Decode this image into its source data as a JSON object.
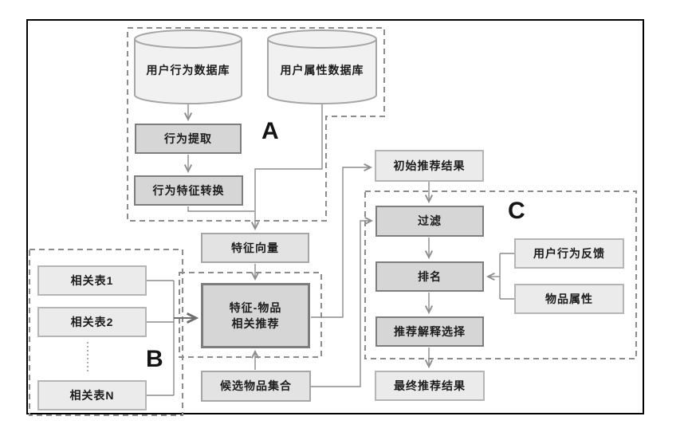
{
  "diagram": {
    "type": "flowchart",
    "sections": {
      "a": {
        "label": "A"
      },
      "b": {
        "label": "B"
      },
      "c": {
        "label": "C"
      }
    },
    "nodes": {
      "user_behavior_db": {
        "label": "用户行为数据库",
        "shape": "cylinder"
      },
      "user_attribute_db": {
        "label": "用户属性数据库",
        "shape": "cylinder"
      },
      "behavior_extraction": {
        "label": "行为提取"
      },
      "behavior_feature_conversion": {
        "label": "行为特征转换"
      },
      "feature_vector": {
        "label": "特征向量"
      },
      "related_table_1": {
        "label": "相关表1"
      },
      "related_table_2": {
        "label": "相关表2"
      },
      "related_table_n": {
        "label": "相关表N"
      },
      "feature_item_recommendation": {
        "line1": "特征-物品",
        "line2": "相关推荐"
      },
      "candidate_item_set": {
        "label": "候选物品集合"
      },
      "initial_recommendation_results": {
        "label": "初始推荐结果"
      },
      "filter": {
        "label": "过滤"
      },
      "ranking": {
        "label": "排名"
      },
      "recommendation_explanation_selection": {
        "label": "推荐解释选择"
      },
      "final_recommendation_results": {
        "label": "最终推荐结果"
      },
      "user_behavior_feedback": {
        "label": "用户行为反馈"
      },
      "item_attributes": {
        "label": "物品属性"
      }
    },
    "edges": [
      {
        "from": "user_behavior_db",
        "to": "behavior_extraction"
      },
      {
        "from": "behavior_extraction",
        "to": "behavior_feature_conversion"
      },
      {
        "from": "behavior_feature_conversion",
        "to": "feature_vector"
      },
      {
        "from": "user_attribute_db",
        "to": "feature_vector"
      },
      {
        "from": "feature_vector",
        "to": "feature_item_recommendation"
      },
      {
        "from": "related_table_1",
        "to": "feature_item_recommendation"
      },
      {
        "from": "related_table_2",
        "to": "feature_item_recommendation"
      },
      {
        "from": "related_table_n",
        "to": "feature_item_recommendation"
      },
      {
        "from": "candidate_item_set",
        "to": "feature_item_recommendation"
      },
      {
        "from": "feature_item_recommendation",
        "to": "initial_recommendation_results"
      },
      {
        "from": "initial_recommendation_results",
        "to": "filter"
      },
      {
        "from": "candidate_item_set",
        "to": "filter"
      },
      {
        "from": "filter",
        "to": "ranking"
      },
      {
        "from": "user_behavior_feedback",
        "to": "ranking"
      },
      {
        "from": "item_attributes",
        "to": "ranking"
      },
      {
        "from": "ranking",
        "to": "recommendation_explanation_selection"
      },
      {
        "from": "recommendation_explanation_selection",
        "to": "final_recommendation_results"
      }
    ],
    "colors": {
      "outer_border": "#000000",
      "connector": "#8c8c8c",
      "dashed_region": "#8c8c8c",
      "box_light_fill": "#ebebeb",
      "box_light_border": "#b5b5b5",
      "box_dark_fill": "#d6d6d6",
      "box_dark_border": "#7d7d7d",
      "cylinder_fill": "#f1f1f1",
      "text": "#1c1c1c"
    }
  }
}
